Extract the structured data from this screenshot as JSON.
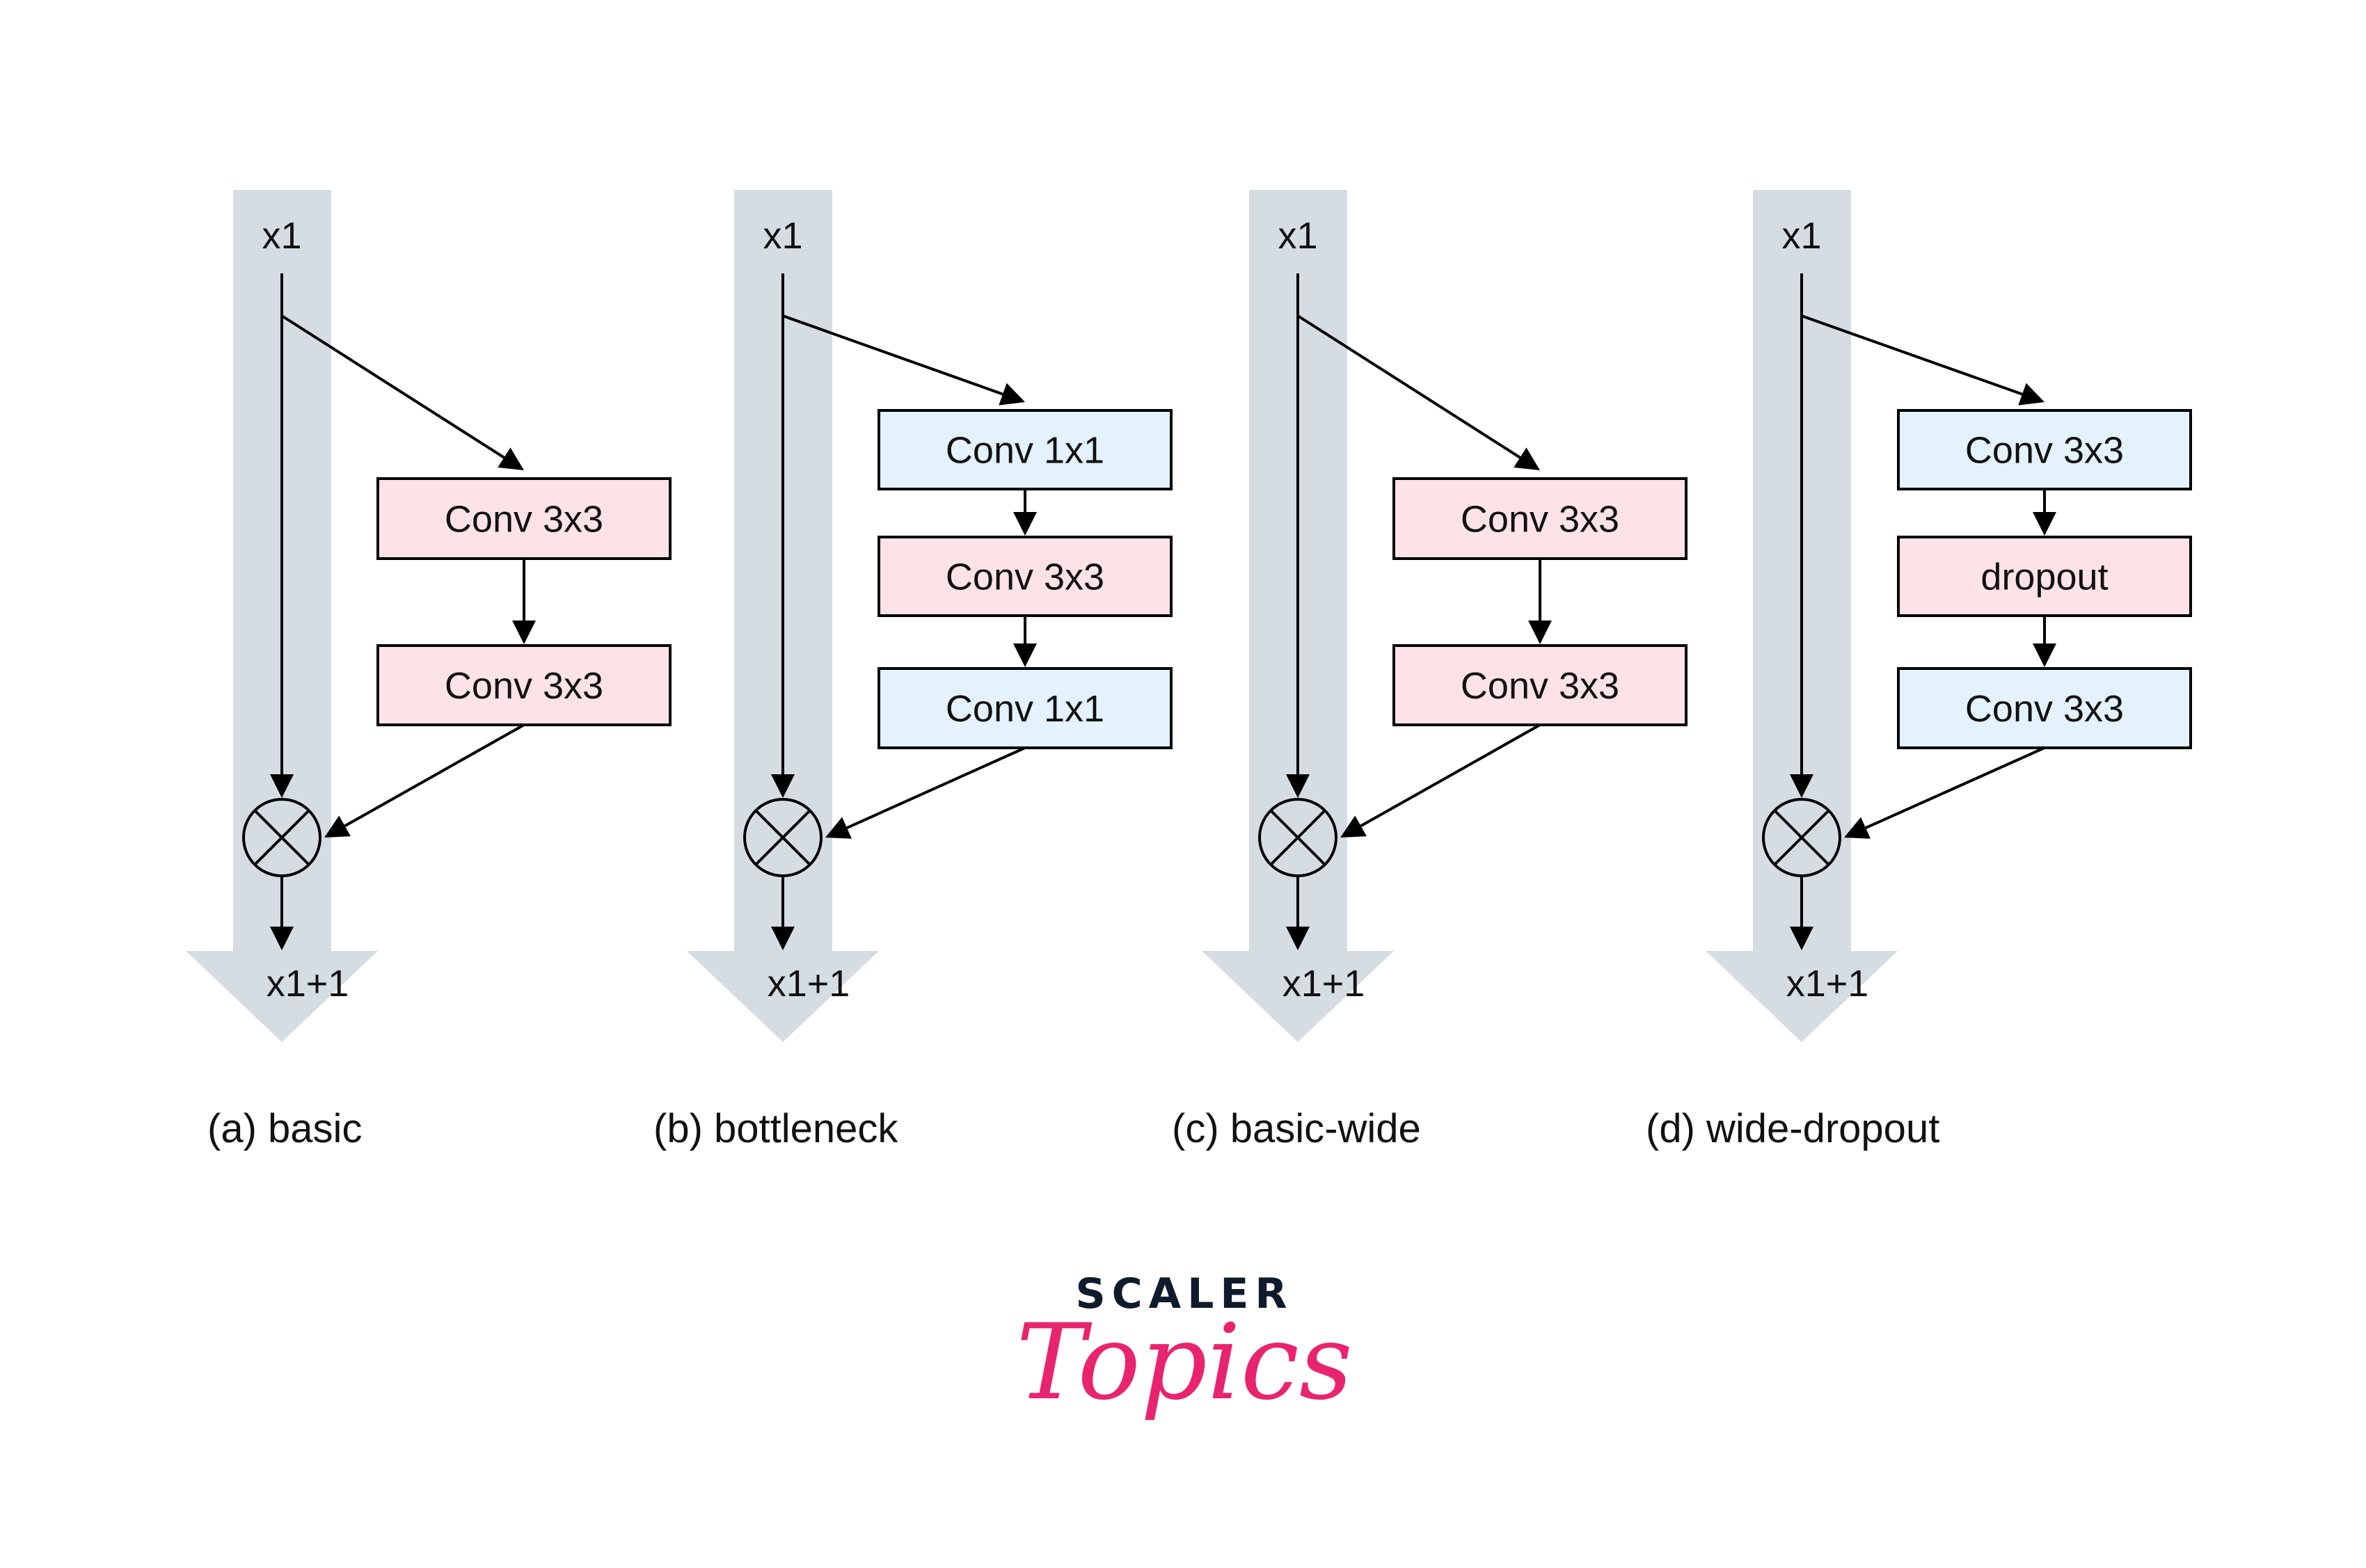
{
  "figure": {
    "colors": {
      "band": "#D5DDE3",
      "conv3x3_fill": "#FDE3E7",
      "conv1x1_fill": "#E3F2FC",
      "stroke": "#000000",
      "text": "#111111",
      "logo_dark": "#0F1A2C",
      "logo_pink": "#E8246F"
    },
    "panels": [
      {
        "id": "a",
        "input_label": "x1",
        "output_label": "x1+1",
        "caption": "(a) basic",
        "layout_type": "two-block",
        "blocks": [
          {
            "label": "Conv 3x3",
            "kind": "conv3x3"
          },
          {
            "label": "Conv 3x3",
            "kind": "conv3x3"
          }
        ]
      },
      {
        "id": "b",
        "input_label": "x1",
        "output_label": "x1+1",
        "caption": "(b) bottleneck",
        "layout_type": "three-block",
        "blocks": [
          {
            "label": "Conv 1x1",
            "kind": "conv1x1"
          },
          {
            "label": "Conv 3x3",
            "kind": "conv3x3"
          },
          {
            "label": "Conv 1x1",
            "kind": "conv1x1"
          }
        ]
      },
      {
        "id": "c",
        "input_label": "x1",
        "output_label": "x1+1",
        "caption": "(c) basic-wide",
        "layout_type": "two-block",
        "blocks": [
          {
            "label": "Conv 3x3",
            "kind": "conv3x3"
          },
          {
            "label": "Conv 3x3",
            "kind": "conv3x3"
          }
        ]
      },
      {
        "id": "d",
        "input_label": "x1",
        "output_label": "x1+1",
        "caption": "(d) wide-dropout",
        "layout_type": "three-block",
        "blocks": [
          {
            "label": "Conv 3x3",
            "kind": "conv1x1"
          },
          {
            "label": "dropout",
            "kind": "conv3x3"
          },
          {
            "label": "Conv 3x3",
            "kind": "conv1x1"
          }
        ]
      }
    ],
    "merge_icon": "circle-times-icon"
  },
  "logo": {
    "brand": "SCALER",
    "sub": "Topics"
  }
}
